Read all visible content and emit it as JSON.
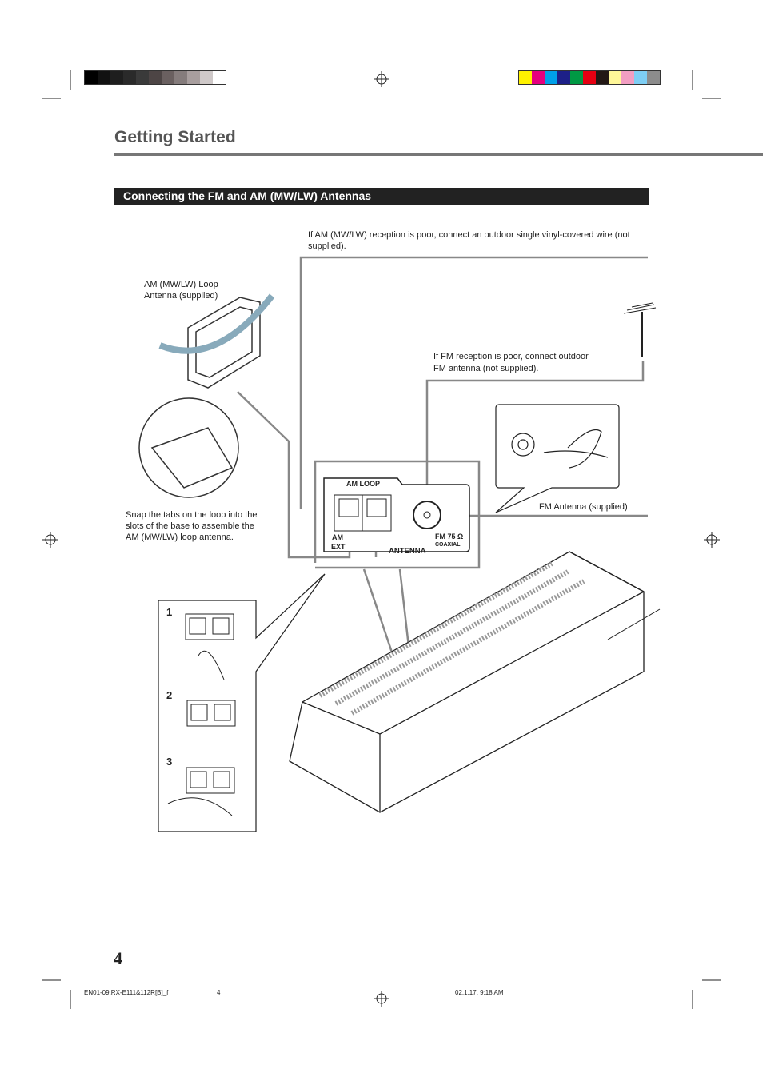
{
  "header": {
    "section_title": "Getting Started",
    "subheader": "Connecting the FM and AM (MW/LW) Antennas"
  },
  "registration": {
    "gray_swatches": [
      "#000000",
      "#111111",
      "#1e1e1e",
      "#2a2a2a",
      "#3a3a3a",
      "#4d4545",
      "#6a6060",
      "#857c7c",
      "#a89e9e",
      "#cfc9c9",
      "#ffffff"
    ],
    "color_swatches": [
      "#fff200",
      "#e6007e",
      "#00a0e9",
      "#1d2088",
      "#009944",
      "#e60012",
      "#231815",
      "#fff799",
      "#f29ec2",
      "#7ecef4",
      "#8c8c8c"
    ]
  },
  "callouts": {
    "am_outdoor": "If AM (MW/LW) reception is poor, connect an outdoor single vinyl-covered wire (not supplied).",
    "loop_antenna": "AM (MW/LW) Loop Antenna (supplied)",
    "fm_outdoor": "If FM reception is poor, connect outdoor FM antenna (not supplied).",
    "fm_antenna": "FM Antenna (supplied)",
    "snap_tabs": "Snap the tabs on the loop into the slots of the base to assemble the AM (MW/LW) loop antenna."
  },
  "terminal_panel": {
    "am_loop": "AM LOOP",
    "am_ext_1": "AM",
    "am_ext_2": "EXT",
    "antenna": "ANTENNA",
    "fm": "FM 75 Ω",
    "coaxial": "COAXIAL"
  },
  "steps": [
    "1",
    "2",
    "3"
  ],
  "page_number": "4",
  "footer": {
    "file": "EN01-09.RX-E111&112R[B]_f",
    "page": "4",
    "date": "02.1.17, 9:18 AM"
  }
}
